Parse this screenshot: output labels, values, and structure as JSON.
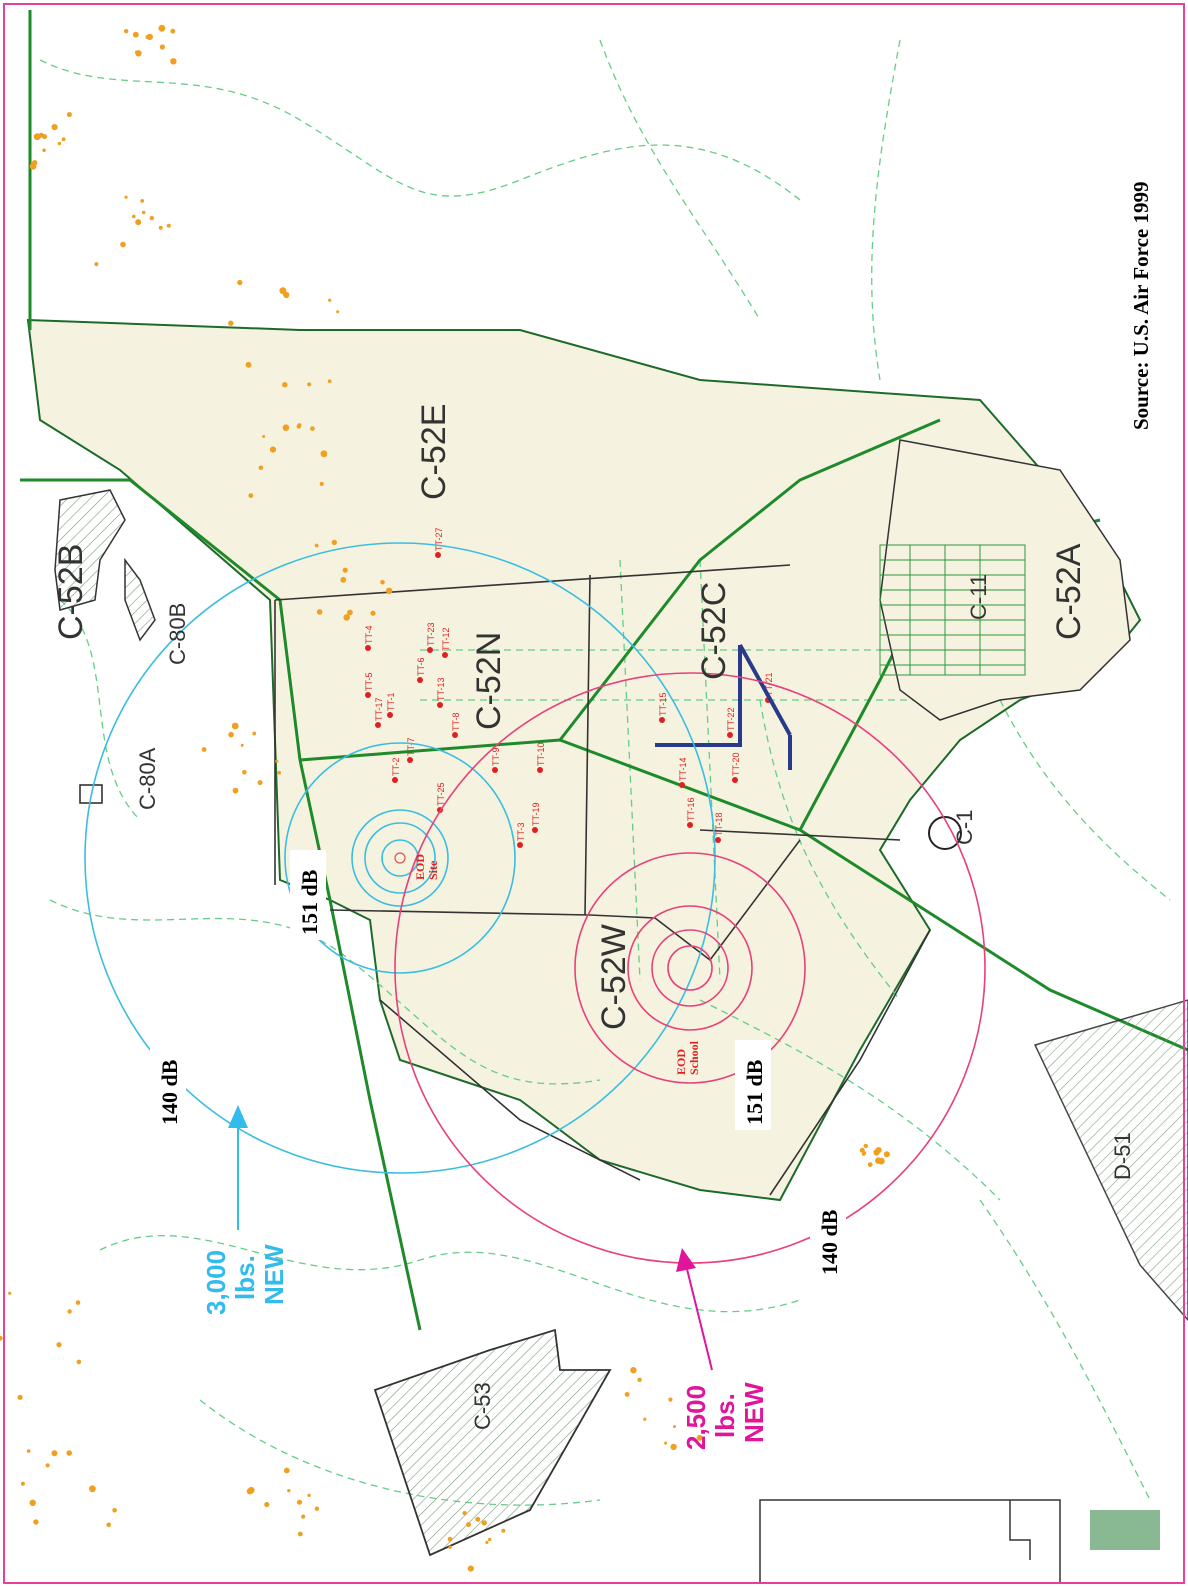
{
  "source": "Source:   U.S. Air Force 1999",
  "regions": {
    "c52e": "C-52E",
    "c52b": "C-52B",
    "c80b": "C-80B",
    "c80a": "C-80A",
    "c52n": "C-52N",
    "c52c": "C-52C",
    "c52a": "C-52A",
    "c11": "C-11",
    "c1": "C-1",
    "c52w": "C-52W",
    "d51": "D-51",
    "c53": "C-53"
  },
  "sites": {
    "eod_site_1": "EOD",
    "eod_site_2": "Site",
    "eod_school_1": "EOD",
    "eod_school_2": "School"
  },
  "db_labels": {
    "blue_inner": "151 dB",
    "blue_outer": "140 dB",
    "pink_inner": "151 dB",
    "pink_outer": "140 dB"
  },
  "annotations": {
    "blue": {
      "line1": "3,000",
      "line2": "lbs.",
      "line3": "NEW",
      "color": "#33bbee"
    },
    "pink": {
      "line1": "2,500",
      "line2": "lbs.",
      "line3": "NEW",
      "color": "#e0159a"
    }
  },
  "targets": [
    "TT-1",
    "TT-2",
    "TT-3",
    "TT-4",
    "TT-5",
    "TT-6",
    "TT-7",
    "TT-8",
    "TT-9",
    "TT-10",
    "TT-12",
    "TT-13",
    "TT-14",
    "TT-15",
    "TT-16",
    "TT-17",
    "TT-18",
    "TT-19",
    "TT-20",
    "TT-21",
    "TT-22",
    "TT-23",
    "TT-25",
    "TT-27"
  ],
  "colors": {
    "frame": "#e8409a",
    "boundary": "#1e8a2a",
    "road": "#44bb66",
    "land": "#f5f3e0",
    "blue_contour": "#3bbde0",
    "pink_contour": "#e8407a"
  }
}
